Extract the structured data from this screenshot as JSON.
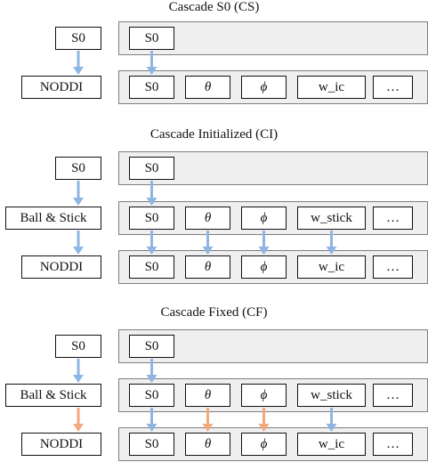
{
  "colors": {
    "blue_arrow": "#8fb6e2",
    "orange_arrow": "#f2a97c",
    "panel_bg": "#efefef"
  },
  "sections": [
    {
      "title": "Cascade S0 (CS)",
      "left_stack": [
        "S0",
        "NODDI"
      ],
      "rows": [
        [
          "S0"
        ],
        [
          "S0",
          "θ",
          "ϕ",
          "w_ic",
          "…"
        ]
      ],
      "arrows": [
        {
          "from": "left:0",
          "to": "left:1",
          "color": "blue"
        },
        {
          "from": "row0:0",
          "to": "row1:0",
          "color": "blue"
        }
      ]
    },
    {
      "title": "Cascade Initialized (CI)",
      "left_stack": [
        "S0",
        "Ball & Stick",
        "NODDI"
      ],
      "rows": [
        [
          "S0"
        ],
        [
          "S0",
          "θ",
          "ϕ",
          "w_stick",
          "…"
        ],
        [
          "S0",
          "θ",
          "ϕ",
          "w_ic",
          "…"
        ]
      ],
      "arrows": [
        {
          "from": "left:0",
          "to": "left:1",
          "color": "blue"
        },
        {
          "from": "left:1",
          "to": "left:2",
          "color": "blue"
        },
        {
          "from": "row0:0",
          "to": "row1:0",
          "color": "blue"
        },
        {
          "from": "row1:0",
          "to": "row2:0",
          "color": "blue"
        },
        {
          "from": "row1:1",
          "to": "row2:1",
          "color": "blue"
        },
        {
          "from": "row1:2",
          "to": "row2:2",
          "color": "blue"
        },
        {
          "from": "row1:3",
          "to": "row2:3",
          "color": "blue"
        }
      ]
    },
    {
      "title": "Cascade Fixed (CF)",
      "left_stack": [
        "S0",
        "Ball & Stick",
        "NODDI"
      ],
      "rows": [
        [
          "S0"
        ],
        [
          "S0",
          "θ",
          "ϕ",
          "w_stick",
          "…"
        ],
        [
          "S0",
          "θ",
          "ϕ",
          "w_ic",
          "…"
        ]
      ],
      "arrows": [
        {
          "from": "left:0",
          "to": "left:1",
          "color": "blue"
        },
        {
          "from": "left:1",
          "to": "left:2",
          "color": "orange"
        },
        {
          "from": "row0:0",
          "to": "row1:0",
          "color": "blue"
        },
        {
          "from": "row1:0",
          "to": "row2:0",
          "color": "blue"
        },
        {
          "from": "row1:1",
          "to": "row2:1",
          "color": "orange"
        },
        {
          "from": "row1:2",
          "to": "row2:2",
          "color": "orange"
        },
        {
          "from": "row1:3",
          "to": "row2:3",
          "color": "blue"
        }
      ]
    }
  ]
}
